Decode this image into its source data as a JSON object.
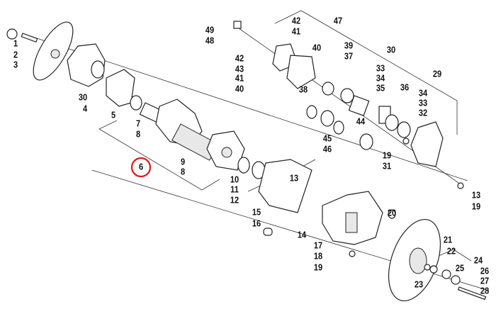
{
  "diagram": {
    "highlight_color": "#e01818",
    "highlighted_callout": "6",
    "callouts": {
      "c1": "1",
      "c2": "2",
      "c3": "3",
      "c30a": "30",
      "c4": "4",
      "c5": "5",
      "c7": "7",
      "c8a": "8",
      "c6": "6",
      "c9": "9",
      "c8b": "8",
      "c10": "10",
      "c11": "11",
      "c12": "12",
      "c49": "49",
      "c48": "48",
      "c42a": "42",
      "c43": "43",
      "c41a": "41",
      "c40a": "40",
      "c42b": "42",
      "c41b": "41",
      "c47": "47",
      "c40b": "40",
      "c39": "39",
      "c37": "37",
      "c30b": "30",
      "c38": "38",
      "c33a": "33",
      "c34a": "34",
      "c35": "35",
      "c36": "36",
      "c29": "29",
      "c34b": "34",
      "c33b": "33",
      "c32": "32",
      "c44": "44",
      "c45": "45",
      "c46": "46",
      "c19a": "19",
      "c31": "31",
      "c13a": "13",
      "c19b": "19",
      "c13b": "13",
      "c15": "15",
      "c16": "16",
      "c14": "14",
      "c17": "17",
      "c18": "18",
      "c19c": "19",
      "c20": "20",
      "c21": "21",
      "c22": "22",
      "c23": "23",
      "c24": "24",
      "c25": "25",
      "c26": "26",
      "c27": "27",
      "c28": "28"
    }
  }
}
